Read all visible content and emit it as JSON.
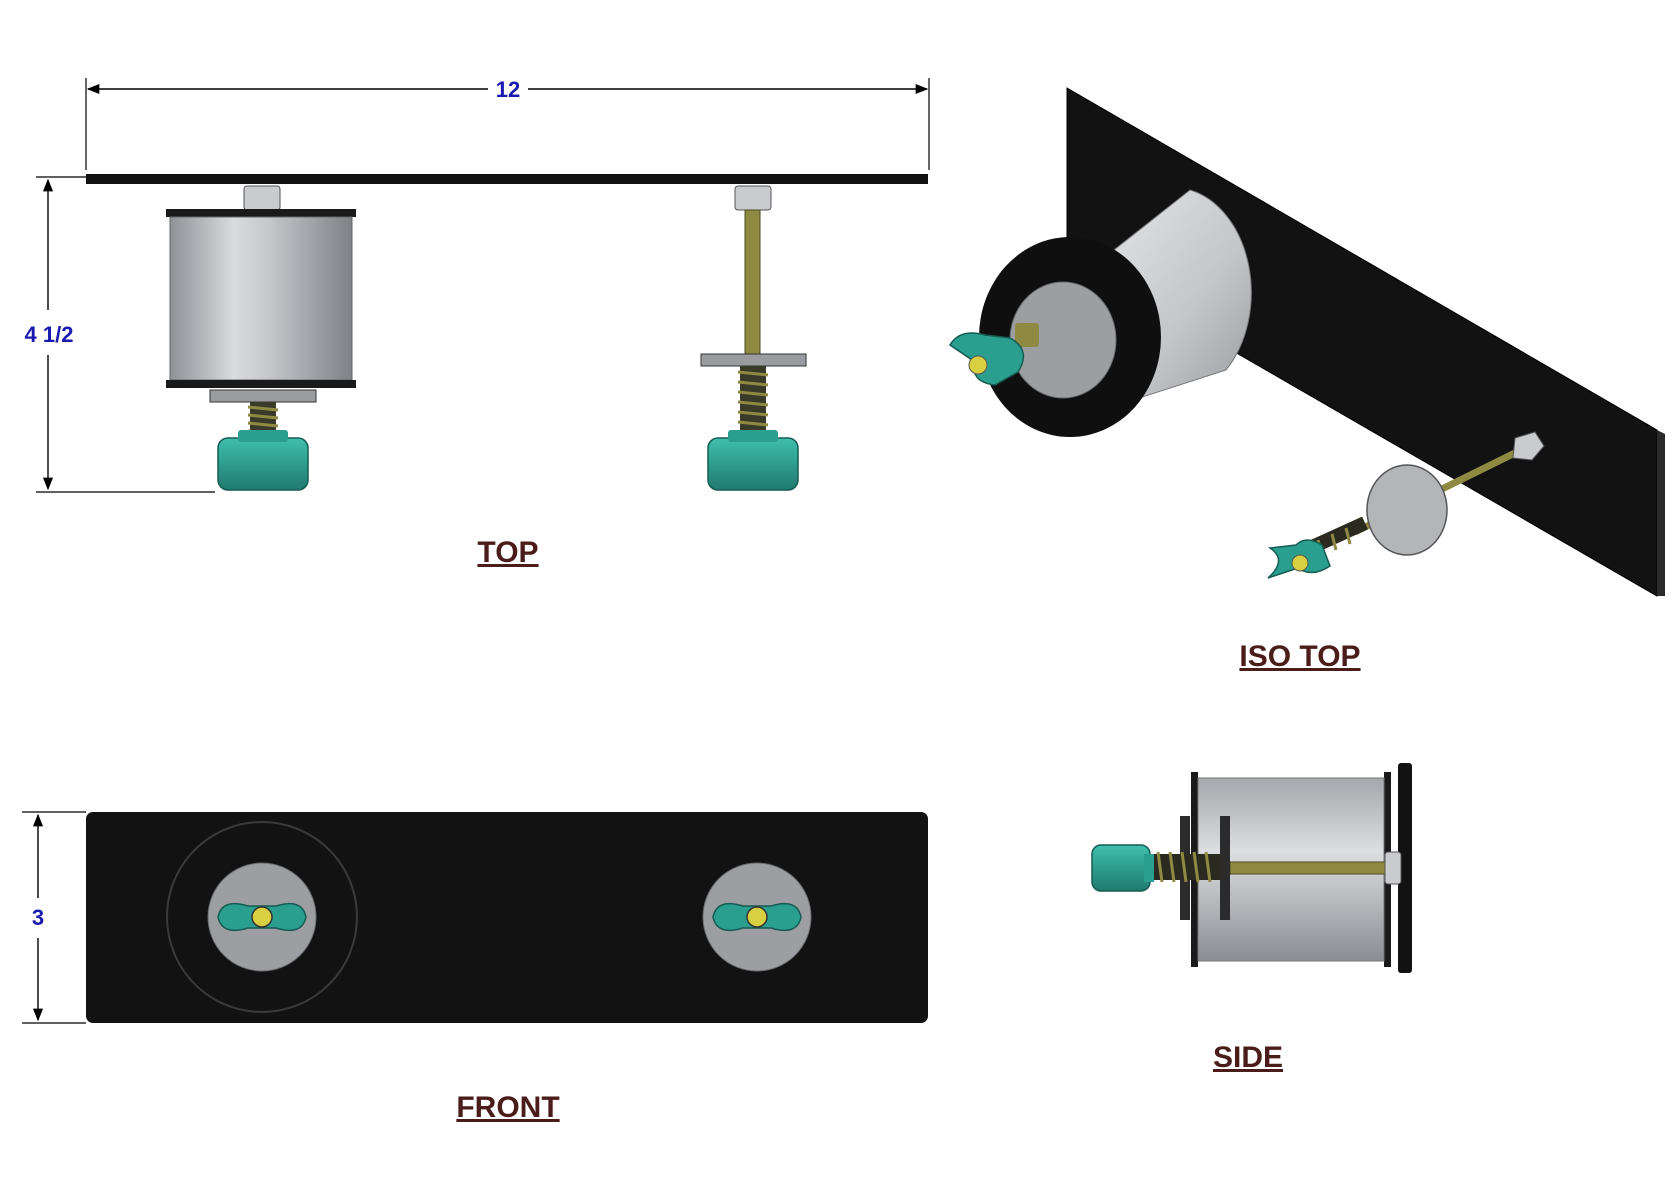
{
  "dimensions": {
    "width": "12",
    "depth": "4 1/2",
    "height": "3"
  },
  "views": {
    "top": "TOP",
    "iso_top": "ISO TOP",
    "front": "FRONT",
    "side": "SIDE"
  },
  "colors": {
    "plate": "#121212",
    "cylinder": "#b9bcc0",
    "knob": "#2a9e8f",
    "threaded_rod": "#8f8a42",
    "dimension_text": "#1a1ab0",
    "label_text": "#4a1d1a"
  }
}
